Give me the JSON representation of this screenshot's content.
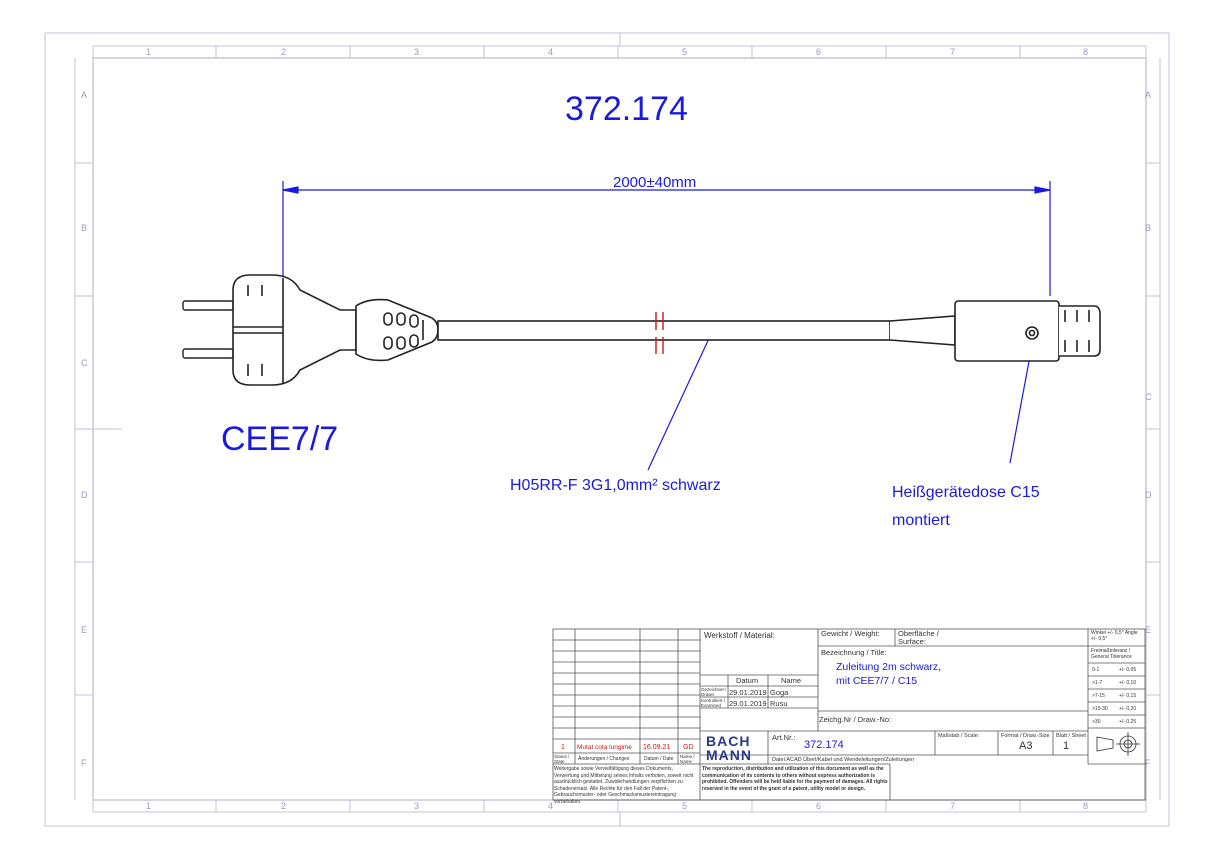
{
  "drawing": {
    "part_number": "372.174",
    "length_dimension": "2000±40mm",
    "plug_label": "CEE7/7",
    "cable_label": "H05RR-F 3G1,0mm² schwarz",
    "connector_label_line1": "Heißgerätedose  C15",
    "connector_label_line2": "montiert"
  },
  "frame": {
    "columns": [
      "1",
      "2",
      "3",
      "4",
      "5",
      "6",
      "7",
      "8"
    ],
    "rows": [
      "A",
      "B",
      "C",
      "D",
      "E",
      "F"
    ]
  },
  "title_block": {
    "material_label": "Werkstoff / Material:",
    "weight_label": "Gewicht / Weight:",
    "surface_label": "Oberfläche / Surface:",
    "title_label": "Bezeichnung / Title:",
    "title_line1": "Zuleitung 2m schwarz,",
    "title_line2": "mit CEE7/7  / C15",
    "date_header": "Datum",
    "name_header": "Name",
    "drawn_label": "Gezeichnet / Drawn",
    "drawn_date": "29.01.2019",
    "drawn_name": "Goga",
    "checked_label": "Kontrolliert / Examined",
    "checked_date": "29.01.2019",
    "checked_name": "Rusu",
    "drawing_no_label": "Zeichg.Nr / Draw.-No:",
    "art_nr_label": "Art.Nr.:",
    "art_nr": "372.174",
    "scale_label": "Maßstab / Scale:",
    "format_label": "Format / Draw.-Size",
    "format": "A3",
    "sheet_label": "Blatt / Sheet",
    "sheet": "1",
    "file_label": "Datei:ACAD Überl/Kabel und Wendeleitungen/Zuleitungen",
    "logo_line1": "BACH",
    "logo_line2": "MANN",
    "revision": {
      "index": "1",
      "change": "Mutat cota lungime",
      "date": "16.09.21",
      "name": "GD"
    },
    "revision_headers": {
      "status": "Status / State",
      "changes": "Änderungen / Changes",
      "date": "Datum / Date",
      "name": "Name / Name"
    },
    "angle_tolerance": "Winkel +/- 0,5° Angle +/- 0,5°",
    "general_tolerance_label": "Freimaßtoleranz / General Tolerance",
    "tolerances": [
      {
        "range": "0-1",
        "value": "+/- 0,05"
      },
      {
        "range": ">1-7",
        "value": "+/- 0,10"
      },
      {
        "range": ">7-15",
        "value": "+/- 0,15"
      },
      {
        "range": ">15-30",
        "value": "+/- 0,20"
      },
      {
        "range": ">30",
        "value": "+/- 0,25"
      }
    ],
    "notice_de": "Weitergabe sowie Vervielfältigung dieses Dokuments, Verwertung und Mitteilung seines Inhalts verboten, soweit nicht ausdrücklich gestattet. Zuwiderhandlungen verpflichten zu Schadenersatz. Alle Rechte für den Fall der Patent-, Gebrauchsmuster- oder Geschmacksmustereintragung vorbehalten.",
    "notice_en": "The reproduction, distribution and utilization of this document as well as the communication of its contents to others without express authorization is prohibited. Offenders will be held liable for the payment of damages. All rights reserved in the event of the grant of a patent, utility model or design."
  },
  "colors": {
    "annotation": "#1a1adf",
    "frame": "#b9b9d6",
    "revision": "#d01515"
  }
}
